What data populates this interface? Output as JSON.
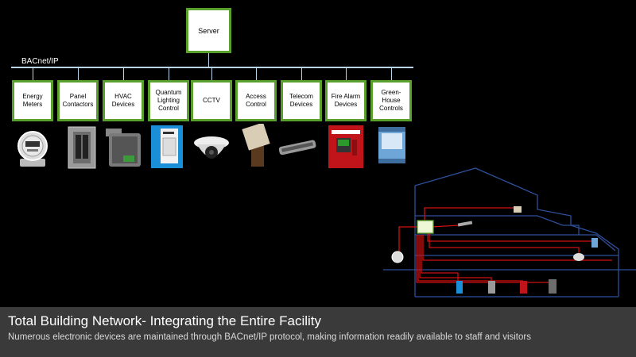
{
  "server_label": "Server",
  "bus_label": "BACnet/IP",
  "devices": [
    {
      "label": "Energy\nMeters",
      "icon": "energy-meter-icon"
    },
    {
      "label": "Panel\nContactors",
      "icon": "panel-icon"
    },
    {
      "label": "HVAC\nDevices",
      "icon": "hvac-actuator-icon"
    },
    {
      "label": "Quantum\nLighting\nControl",
      "icon": "lighting-panel-icon"
    },
    {
      "label": "CCTV",
      "icon": "dome-camera-icon"
    },
    {
      "label": "Access\nControl",
      "icon": "card-reader-icon"
    },
    {
      "label": "Telecom\nDevices",
      "icon": "telecom-icon"
    },
    {
      "label": "Fire Alarm\nDevices",
      "icon": "fire-alarm-icon"
    },
    {
      "label": "Green-\nHouse\nControls",
      "icon": "io-module-icon"
    }
  ],
  "caption": {
    "title": "Total Building Network- Integrating the Entire Facility",
    "subtitle": "Numerous electronic devices are maintained through BACnet/IP protocol, making information readily available to staff and visitors"
  },
  "colors": {
    "box_border": "#5aa02c",
    "bus": "#b9d4ea",
    "building_outline": "#2e4f9a",
    "wire": "#d01010"
  }
}
